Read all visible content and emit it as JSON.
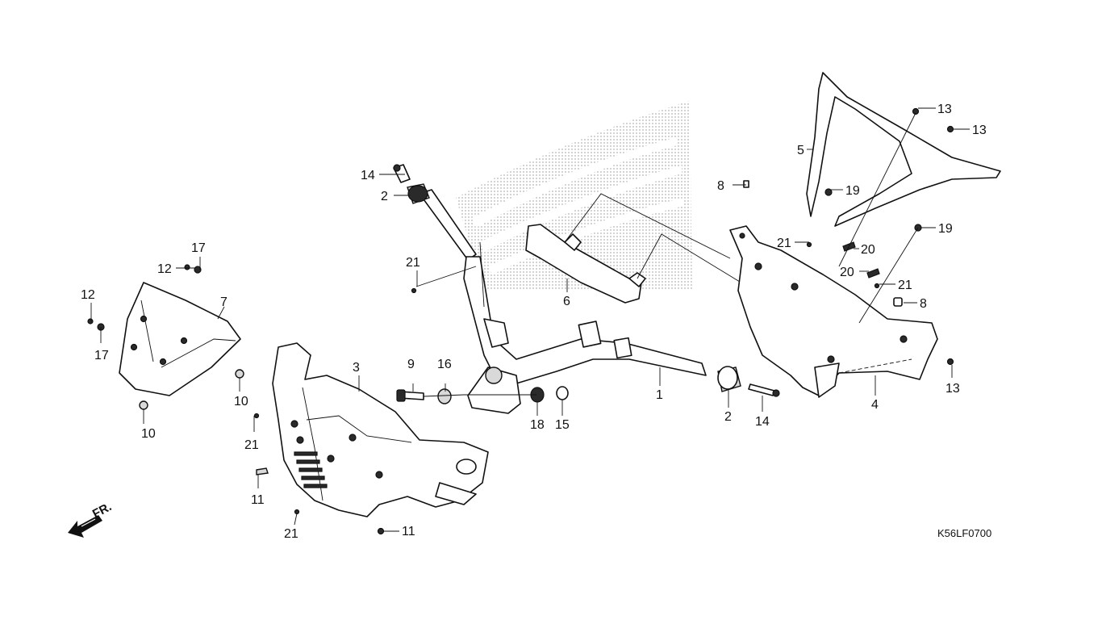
{
  "diagram_code": "K56LF0700",
  "front_indicator": {
    "label": "FR."
  },
  "callouts": {
    "c1": "1",
    "c2a": "2",
    "c2b": "2",
    "c3": "3",
    "c4": "4",
    "c5": "5",
    "c6": "6",
    "c7": "7",
    "c8a": "8",
    "c8b": "8",
    "c9": "9",
    "c10a": "10",
    "c10b": "10",
    "c11a": "11",
    "c11b": "11",
    "c12a": "12",
    "c12b": "12",
    "c13a": "13",
    "c13b": "13",
    "c13c": "13",
    "c14a": "14",
    "c14b": "14",
    "c15": "15",
    "c16": "16",
    "c17a": "17",
    "c17b": "17",
    "c18": "18",
    "c19a": "19",
    "c19b": "19",
    "c20a": "20",
    "c20b": "20",
    "c21a": "21",
    "c21b": "21",
    "c21c": "21",
    "c21d": "21",
    "c21e": "21"
  },
  "colors": {
    "line": "#111111",
    "background": "#ffffff",
    "watermark": "#c8c8c8"
  }
}
